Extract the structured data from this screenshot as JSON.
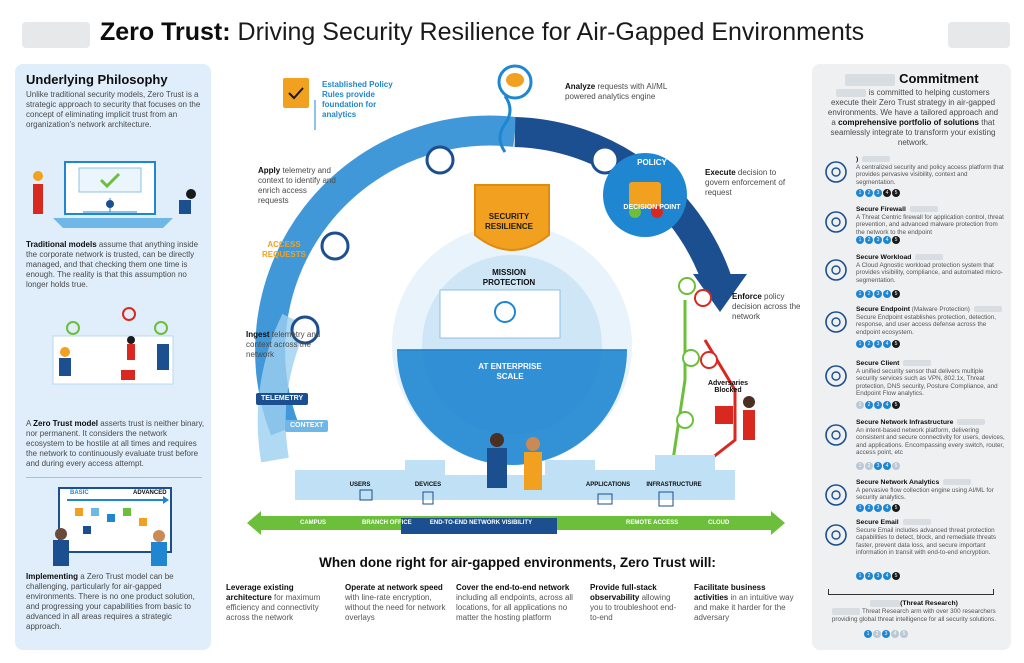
{
  "title": {
    "bold": "Zero Trust:",
    "rest": " Driving Security Resilience for Air-Gapped Environments"
  },
  "left": {
    "heading": "Underlying Philosophy",
    "p1": "Unlike traditional security models, Zero Trust is a strategic approach to security that focuses on the concept of eliminating implicit trust from an organization's network architecture.",
    "p2_bold": "Traditional models",
    "p2_rest": " assume that anything inside the corporate network is trusted, can be directly managed, and that checking them one time is enough. The reality is that this assumption no longer holds true.",
    "p3_pre": "A ",
    "p3_bold": "Zero Trust model",
    "p3_rest": " asserts trust is neither binary, nor permanent. It considers the network ecosystem to be hostile at all times and requires the network to continuously evaluate trust before and during every access attempt.",
    "board_basic": "BASIC",
    "board_advanced": "ADVANCED",
    "p4_bold": "Implementing",
    "p4_rest": " a Zero Trust model can be challenging, particularly for air-gapped environments. There is no one product solution, and progressing your capabilities from basic to advanced in all areas requires a strategic approach."
  },
  "center": {
    "established": "Established Policy Rules provide foundation for analytics",
    "analyze_bold": "Analyze",
    "analyze_rest": " requests with AI/ML powered analytics engine",
    "apply_bold": "Apply",
    "apply_rest": " telemetry and context to identify and enrich access requests",
    "execute_bold": "Execute",
    "execute_rest": " decision to govern enforcement of request",
    "policy_top": "POLICY",
    "policy_bottom": "DECISION POINT",
    "security": "SECURITY RESILIENCE",
    "mission": "MISSION PROTECTION",
    "enterprise": "AT ENTERPRISE SCALE",
    "access_requests": "ACCESS REQUESTS",
    "ingest_bold": "Ingest",
    "ingest_rest": " telemetry and context across the network",
    "enforce_bold": "Enforce",
    "enforce_rest": " policy decision across the network",
    "adversaries": "Adversaries Blocked",
    "telemetry": "TELEMETRY",
    "context": "CONTEXT",
    "users": "USERS",
    "devices": "DEVICES",
    "applications": "APPLICATIONS",
    "infrastructure": "INFRASTRUCTURE",
    "bar": {
      "campus": "CAMPUS",
      "branch": "BRANCH OFFICE",
      "e2e": "END-TO-END NETWORK VISIBILITY",
      "remote": "REMOTE ACCESS",
      "cloud": "CLOUD"
    }
  },
  "bottom": {
    "title": "When done right for air-gapped environments, Zero Trust will:",
    "cols": [
      {
        "bold": "Leverage existing architecture",
        "rest": " for maximum efficiency and connectivity across the network"
      },
      {
        "bold": "Operate at network speed",
        "rest": " with line-rate encryption, without the need for network overlays"
      },
      {
        "bold": "Cover the end-to-end network",
        "rest": " including all endpoints, across all locations, for all applications no matter the hosting platform"
      },
      {
        "bold": "Provide full-stack observability",
        "rest": " allowing you to troubleshoot end-to-end"
      },
      {
        "bold": "Facilitate business activities",
        "rest": " in an intuitive way and make it harder for the adversary"
      }
    ]
  },
  "right": {
    "heading": "Commitment",
    "intro_a": "is committed to helping customers execute their Zero Trust strategy in air-gapped environments. We have a tailored approach and a ",
    "intro_bold": "comprehensive portfolio of solutions",
    "intro_b": " that seamlessly integrate to transform your existing network.",
    "products": [
      {
        "name": ")",
        "desc": "A centralized security and policy access platform that provides pervasive visibility, context and segmentation.",
        "dots": [
          "1",
          "2",
          "3",
          "4",
          "5"
        ],
        "icon": "fingerprint-icon"
      },
      {
        "name": "Secure Firewall",
        "desc": "A Threat Centric firewall for application control, threat prevention, and advanced malware protection from the network to the endpoint",
        "dots": [
          "1",
          "2",
          "3",
          "4",
          "5"
        ],
        "icon": "firewall-icon"
      },
      {
        "name": "Secure Workload",
        "desc": "A Cloud Agnostic workload protection system that provides visibility, compliance, and automated micro-segmentation.",
        "dots": [
          "1",
          "2",
          "3",
          "4",
          "5"
        ],
        "icon": "workload-icon"
      },
      {
        "name": "Secure Endpoint",
        "name_extra": " (Malware Protection)",
        "desc": "Secure Endpoint establishes protection, detection, response, and user access defense across the endpoint ecosystem.",
        "dots": [
          "1",
          "2",
          "3",
          "4",
          "5"
        ],
        "icon": "endpoint-icon"
      },
      {
        "name": "Secure Client",
        "desc": "A unified security sensor that delivers multiple security services such as VPN, 802.1x, Threat protection, DNS security, Posture Compliance, and Endpoint Flow analytics.",
        "dots": [
          "1",
          "2",
          "3",
          "4",
          "5"
        ],
        "icon": "client-icon"
      },
      {
        "name": "Secure Network Infrastructure",
        "desc": "An intent-based network platform, delivering consistent and secure connectivity for users, devices, and applications. Encompassing every switch, router, access point, etc",
        "dots": [
          "1",
          "2",
          "3",
          "4",
          "5"
        ],
        "icon": "infrastructure-icon"
      },
      {
        "name": "Secure Network Analytics",
        "desc": "A pervasive flow collection engine using AI/ML for security analytics.",
        "dots": [
          "1",
          "2",
          "3",
          "4",
          "5"
        ],
        "icon": "analytics-icon"
      },
      {
        "name": "Secure Email",
        "desc": "Secure Email includes advanced threat protection capabilities to detect, block, and remediate threats faster, prevent data loss, and secure important information in transit with end-to-end encryption.",
        "dots": [
          "1",
          "2",
          "3",
          "4",
          "5"
        ],
        "icon": "email-icon"
      }
    ],
    "footer_name": "(Threat Research)",
    "footer_desc": "Threat Research arm with over 300 researchers providing global threat intelligence for all security solutions.",
    "footer_dots": [
      "1",
      "2",
      "3",
      "4",
      "5"
    ]
  },
  "colors": {
    "blue": "#1f86d1",
    "navy": "#1c4f8f",
    "orange": "#f2a020",
    "green": "#6bbf3a",
    "red": "#d9281f",
    "panel_left": "#dfeefa",
    "panel_right": "#eef0f2"
  }
}
